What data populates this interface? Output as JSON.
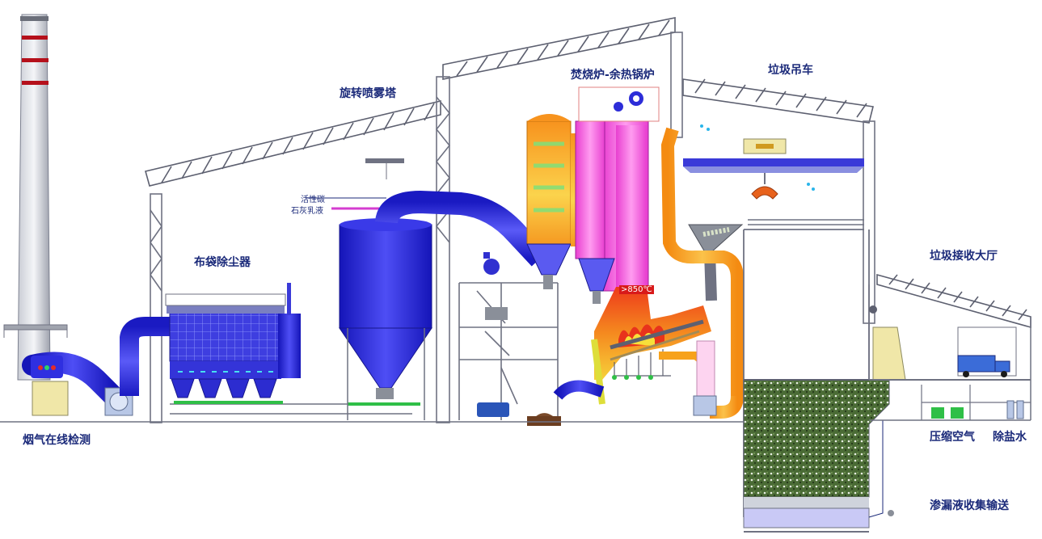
{
  "labels": {
    "stack_monitoring": "烟气在线检测",
    "bag_filter": "布袋除尘器",
    "spray_tower": "旋转喷雾塔",
    "activated_carbon": "活性碳",
    "lime_slurry": "石灰乳液",
    "incinerator_boiler": "焚烧炉-余热锅炉",
    "garbage_crane": "垃圾吊车",
    "reception_hall": "垃圾接收大厅",
    "compressed_air": "压缩空气",
    "demin_water": "除盐水",
    "leachate": "渗漏液收集输送",
    "furnace_temp": ">850℃"
  },
  "colors": {
    "duct_blue": "#2a2ae8",
    "hot_orange": "#f7a21b",
    "furnace_pink": "#ee5ad8",
    "flame_red": "#e8331c",
    "steel_gray": "#8a8f99",
    "structure_line": "#5d6070",
    "pit_green": "#3d6b2a",
    "label_navy": "#1b2a7a"
  }
}
